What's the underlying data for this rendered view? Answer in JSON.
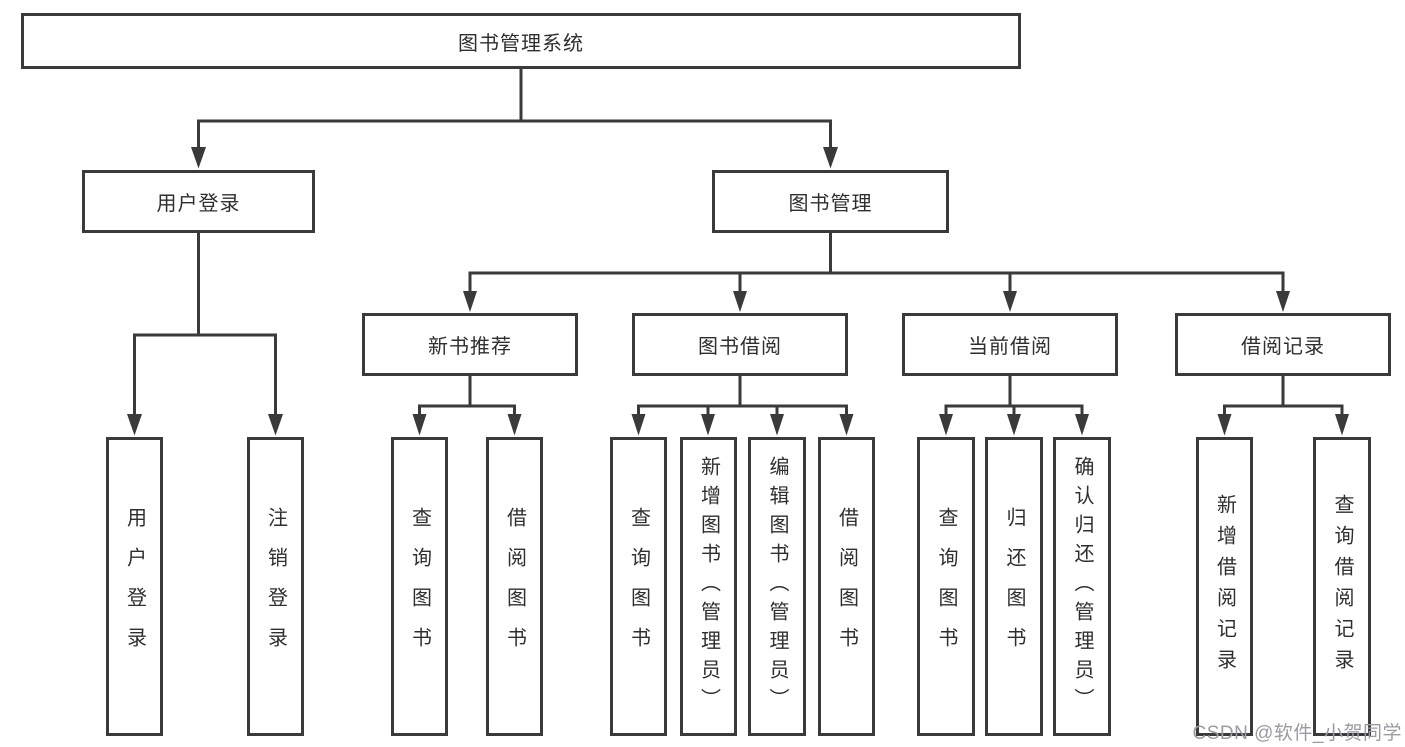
{
  "diagram": {
    "type": "hierarchy-tree",
    "title": "图书管理系统",
    "edges": [
      [
        "图书管理系统",
        "用户登录"
      ],
      [
        "图书管理系统",
        "图书管理"
      ],
      [
        "用户登录",
        "用户登录"
      ],
      [
        "用户登录",
        "注销登录"
      ],
      [
        "图书管理",
        "新书推荐"
      ],
      [
        "图书管理",
        "图书借阅"
      ],
      [
        "图书管理",
        "当前借阅"
      ],
      [
        "图书管理",
        "借阅记录"
      ],
      [
        "新书推荐",
        "查询图书"
      ],
      [
        "新书推荐",
        "借阅图书"
      ],
      [
        "图书借阅",
        "查询图书"
      ],
      [
        "图书借阅",
        "新增图书（管理员）"
      ],
      [
        "图书借阅",
        "编辑图书（管理员）"
      ],
      [
        "图书借阅",
        "借阅图书"
      ],
      [
        "当前借阅",
        "查询图书"
      ],
      [
        "当前借阅",
        "归还图书"
      ],
      [
        "当前借阅",
        "确认归还（管理员）"
      ],
      [
        "借阅记录",
        "新增借阅记录"
      ],
      [
        "借阅记录",
        "查询借阅记录"
      ]
    ]
  },
  "nodes": {
    "root": {
      "label": "图书管理系统"
    },
    "user_login": {
      "label": "用户登录"
    },
    "book_mgmt": {
      "label": "图书管理"
    },
    "ul_login": {
      "label": "用户登录"
    },
    "ul_logout": {
      "label": "注销登录"
    },
    "nb_rec": {
      "label": "新书推荐"
    },
    "bk_borrow": {
      "label": "图书借阅"
    },
    "cur_borrow": {
      "label": "当前借阅"
    },
    "borrow_rec": {
      "label": "借阅记录"
    },
    "nb_query": {
      "label": "查询图书"
    },
    "nb_borrow": {
      "label": "借阅图书"
    },
    "bb_query": {
      "label": "查询图书"
    },
    "bb_add": {
      "label": "新增图书（管理员）"
    },
    "bb_edit": {
      "label": "编辑图书（管理员）"
    },
    "bb_borrow": {
      "label": "借阅图书"
    },
    "cb_query": {
      "label": "查询图书"
    },
    "cb_return": {
      "label": "归还图书"
    },
    "cb_confirm": {
      "label": "确认归还（管理员）"
    },
    "br_add": {
      "label": "新增借阅记录"
    },
    "br_query": {
      "label": "查询借阅记录"
    }
  },
  "watermark": {
    "text": "CSDN @软件_小贺同学"
  },
  "colors": {
    "line": "#3a3a3a",
    "box_border": "#3a3a3a",
    "box_fill": "#ffffff",
    "text": "#2f2f2f",
    "watermark": "#9b9ba3",
    "background": "#ffffff"
  }
}
